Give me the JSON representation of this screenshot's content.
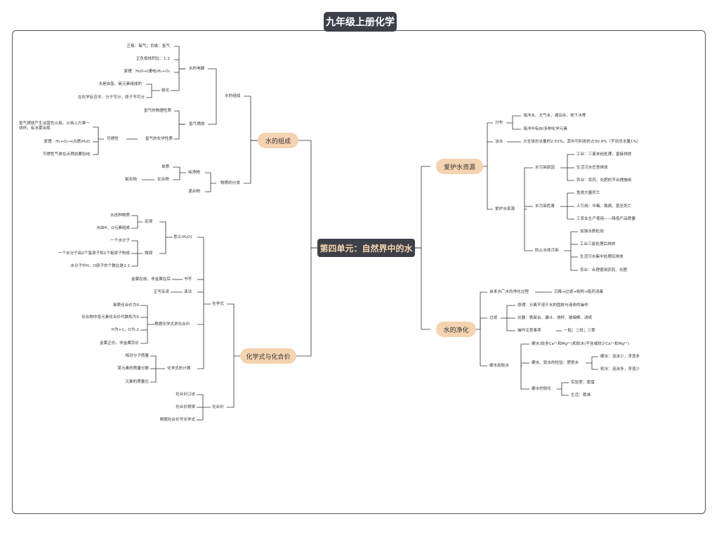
{
  "title": "九年级上册化学",
  "center": "第四单元：自然界中的水",
  "branches": {
    "b1": {
      "label": "水的组成",
      "n1": "水的电解",
      "n2": "正极：氧气；负极：氢气",
      "n3": "正负极体积比：1:2",
      "n4": "原理：H₂O→(通电)H₂+O₂",
      "n5": "结论",
      "n6": "水是由氢、氧元素组成的",
      "n7": "在化学反应中，分子可分，原子不可分",
      "n8": "水的组成",
      "n9": "氢气的物理性质",
      "n10": "氢气燃烧",
      "n11": "氢气燃烧产生淡蓝色火焰，火焰上方罩一烧杯，有水雾出现",
      "n12": "可燃性",
      "n13": "原理：H₂+O₂→(点燃)H₂O",
      "n14": "可燃性气体在点燃前要验纯",
      "n15": "氢气的化学性质",
      "n16": "单质",
      "n17": "纯净物",
      "n18": "氧化物",
      "n19": "化合物",
      "n20": "混合物",
      "n21": "物质的分类"
    },
    "b2": {
      "label": "化学式与化合价",
      "n1": "水这种物质",
      "n2": "宏观",
      "n3": "水由H、O元素组成",
      "n4": "意义(H₂O)",
      "n5": "一个水分子",
      "n6": "一个水分子由2个氢原子和1个氧原子构成",
      "n7": "微观",
      "n8": "水分子中H、O原子的个数比是2:1",
      "n9": "金属在前，非金属在后",
      "n10": "书写",
      "n11": "正写反读",
      "n12": "读法",
      "n13": "化学式",
      "n14": "单质化合价为0",
      "n15": "化合物中各元素化合价代数和为0",
      "n16": "根据化学式求化合价",
      "n17": "H为+1，O为-2",
      "n18": "金属正价，非金属负价",
      "n19": "相对分子质量",
      "n20": "某元素的质量分数",
      "n21": "化学式的计算",
      "n22": "元素的质量比",
      "n23": "化合价口诀",
      "n24": "化合价规律",
      "n25": "化合价",
      "n26": "根据化合价写化学式"
    },
    "b3": {
      "label": "爱护水资源",
      "n1": "海洋水、大气水、湖泊水、地下水等",
      "n2": "分布",
      "n3": "海洋中有80多种化学元素",
      "n4": "淡水",
      "n5": "占全球总水量的2.53%，其中可利用的占30.4%（不到总水量1%）",
      "n6": "工业：三废未经处理，直接排放",
      "n7": "水污染原因",
      "n8": "生活污水任意排放",
      "n9": "农业：农药、化肥的不合理施用",
      "n10": "鱼类大量死亡",
      "n11": "水污染危害",
      "n12": "人引用：中毒、致病、甚至死亡",
      "n13": "爱护水资源",
      "n14": "工农业生产使用——降低产品质量",
      "n15": "加强水质检测",
      "n16": "工业三废处理后排放",
      "n17": "防止水体污染",
      "n18": "生活污水集中处理后排放",
      "n19": "农业：合理使用农药、化肥"
    },
    "b4": {
      "label": "水的净化",
      "n1": "自来水厂水的净化过程",
      "n2": "沉降→过滤→吸附→投药消毒",
      "n3": "原理：分离不溶于水的固体与液体的操作",
      "n4": "过滤",
      "n5": "仪器：铁架台、漏斗、烧杯、玻璃棒、滤纸",
      "n6": "操作注意事项",
      "n7": "一贴；二低；三靠",
      "n8": "硬水(较多Ca²⁺和Mg²⁺)和软水(不含或较少Ca²⁺和Mg²⁺)",
      "n9": "硬水、软水的检验：肥皂水",
      "n10": "硬水：泡沫少，浮渣多",
      "n11": "硬水和软水",
      "n12": "软水：泡沫多，浮渣少",
      "n13": "硬水的软化",
      "n14": "实验室：蒸馏",
      "n15": "生活：煮沸"
    }
  },
  "colors": {
    "center_bg": "#3d4049",
    "center_text": "#f5d3ad",
    "branch_bg": "#f4d3b1",
    "line": "#333333"
  }
}
